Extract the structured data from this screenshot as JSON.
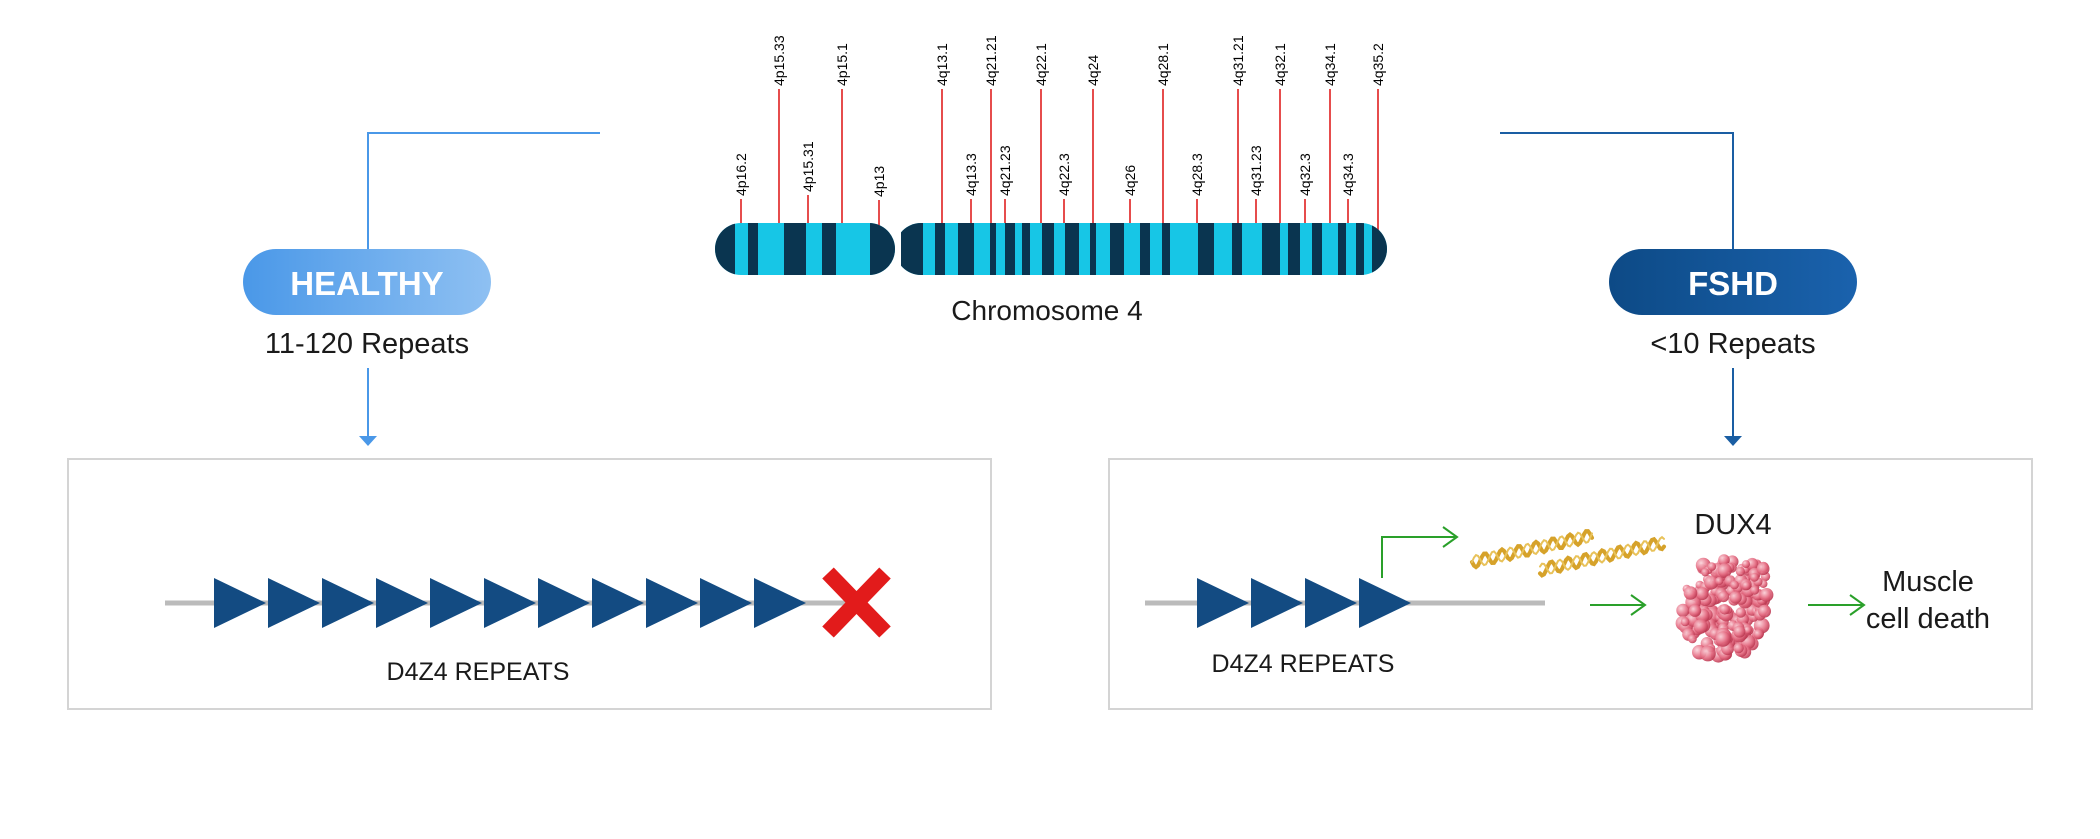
{
  "chromosome": {
    "label": "Chromosome 4",
    "bands": [
      "4p16.2",
      "4p15.33",
      "4p15.31",
      "4p15.1",
      "4p13",
      "4q13.1",
      "4q13.3",
      "4q21.21",
      "4q21.23",
      "4q22.1",
      "4q22.3",
      "4q24",
      "4q26",
      "4q28.1",
      "4q28.3",
      "4q31.21",
      "4q31.23",
      "4q32.1",
      "4q32.3",
      "4q34.1",
      "4q34.3",
      "4q35.2"
    ]
  },
  "healthy": {
    "badge": "HEALTHY",
    "repeats_label": "11-120 Repeats",
    "caption": "D4Z4 REPEATS",
    "repeat_count": 11
  },
  "fshd": {
    "badge": "FSHD",
    "repeats_label": "<10 Repeats",
    "caption": "D4Z4 REPEATS",
    "repeat_count": 4,
    "protein": "DUX4",
    "outcome_line1": "Muscle",
    "outcome_line2": "cell death"
  },
  "colors": {
    "healthy_light": "#8ec0f2",
    "healthy_dark": "#4a98e8",
    "fshd_dark": "#0d4a86",
    "fshd_mid": "#1a62ad",
    "repeat_triangle": "#134b82",
    "chromosome_light": "#17c6e6",
    "chromosome_dark": "#0a3550",
    "band_line": "#e02020",
    "cross": "#e21b1b",
    "green_arrow": "#2aa02a",
    "rna": "#d6a22a",
    "protein": "#e0566e"
  }
}
